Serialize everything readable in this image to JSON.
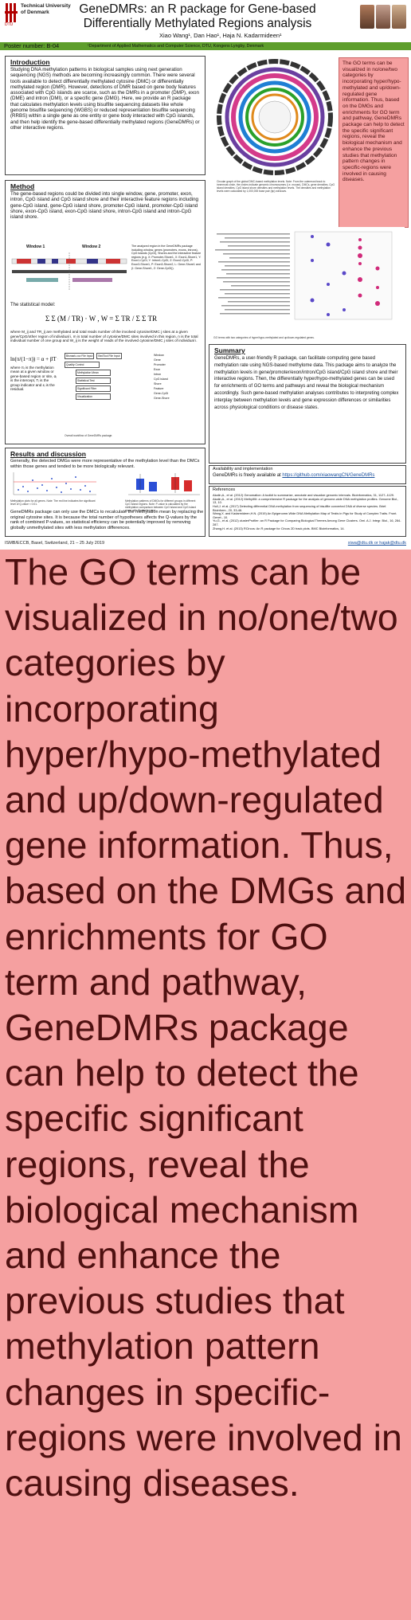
{
  "header": {
    "institution_abbr": "DTU",
    "institution_name_1": "Technical University",
    "institution_name_2": "of Denmark",
    "title_line1": "GeneDMRs: an R package for Gene-based",
    "title_line2": "Differentially Methylated Regions analysis",
    "authors": "Xiao Wang¹, Dan Hao¹, Haja N. Kadarmideen¹",
    "poster_number": "Poster number: B-04",
    "department": "¹Department of Applied Mathematics and Computer Science, DTU, Kongens Lyngby, Denmark"
  },
  "introduction": {
    "heading": "Introduction",
    "text": "Studying DNA methylation patterns in biological samples using next generation sequencing (NGS) methods are becoming increasingly common. There were several tools available to detect differentially methylated cytosine (DMC) or differentially methylated region (DMR). However, detections of DMR based on gene body features associated with CpG islands are scarce, such as the DMRs in a promoter (DMP), exon (DME) and intron (DMI), or a specific gene (DMG). Here, we provide an R package that calculates methylation levels using bisulfite sequencing datasets like whole genome bisulfite sequencing (WGBS) or reduced representation bisulfite sequencing (RRBS) within a single gene as one entity or gene body interacted with CpG islands, and then help identify the gene-based differentially methylated regions (GeneDMRs) or other interactive regions."
  },
  "method": {
    "heading": "Method",
    "text": "The gene-based regions could be divided into single window, gene, promoter, exon, intron, CpG island and CpG island shore and their interactive feature regions including gene-CpG island, gene-CpG island shore, promoter-CpG island, promoter-CpG island shore, exon-CpG island, exon-CpG island shore, intron-CpG island and intron-CpG island shore.",
    "window1": "Window 1",
    "window2": "Window 2",
    "side_text": "The analyzed region in the GeneDMRs package including window, genes (promoters, exons, introns), CpG islands (CpGi), Shores and the interactive feature regions (e.g. X: Promoter-Shore1, X: Exon1-Shore1, Y: Exon1-CpGi, Y: Intron1-CpGi, Z: Exon2-CpGi, P: Exon3-Shore1, P: Exon3-Shore2, L: Gene-Shore1 and (I: Gene-Shore1, Z: Gene-CpGi)).",
    "model_label": "The statistical model:",
    "model_desc": "where M_ij and TR_ij are methylated and total reads number of the involved cytosine/DMC j sites at a given gene/CpG/other region of individual i, m is total number of cytosine/DMC sites involved in this region, n is the total individual number of one group and W_ij is the weight of reads of the involved cytosine/DMC j sites of individual i.",
    "logit_desc": "where πᵢ is the methylation mean at a given window or gene-based region or site, αᵢ is the intercept, Tᵢ is the group indicator and εᵢ is the residual.",
    "workflow_caption": "Overall workflow of GeneDMRs package.",
    "workflow_steps": [
      "Bismark.cov File Input",
      "BedTool File Input",
      "Quality Control",
      "Methylation Mean",
      "Statistical Test",
      "Significant Filter",
      "Visualization"
    ],
    "workflow_side": [
      "Window",
      "Gene",
      "Promoter",
      "Exon",
      "Intron",
      "CpG island",
      "Shore",
      "Feature",
      "Gene-CpGi",
      "Gene-Shore"
    ]
  },
  "figures": {
    "circos_caption": "Circular graph of the global DMC-based methylation levels. Note: From the outermost track to innermost circle, the circles indicate genomic chromosomes (i.e. mouse), DMCs, gene densities, CpG island densities, CpG island shore densities and methylation levels. The densities and methylation levels were calculated by 1,000,000 base pair (bp) windows.",
    "go_caption": "GO terms with two categories of hyper/hypo-methylated and up/down-regulated genes.",
    "results_fig_caption": "Methylation plots for all genes. Note: The red line indicates the significant level of Q-value < 0.01.",
    "boxplot_caption": "Methylation patterns of DMGs for different groups in different CpG island regions. Note: P-value is calculated by the methylation comparison between CpG island and CpG island shore with Student's t-test."
  },
  "callout": {
    "text": "The GO terms can be visualized in no/one/two categories by incorporating hyper/hypo-methylated and up/down-regulated gene information. Thus, based on the DMGs and enrichments for GO term and pathway, GeneDMRs package can help to detect the specific significant regions, reveal the biological mechanism and enhance the previous studies that methylation pattern changes in specific-regions were involved in causing diseases."
  },
  "results": {
    "heading": "Results and discussion",
    "text1": "Generally, the detected DMGs were more representative of the methylation level than the DMCs within those genes and tended to be more biologically relevant.",
    "text2": "GeneDMRs package can only use the DMCs to recalculate the methylation mean by replacing the original cytosine sites. It is because the total number of hypotheses affects the Q-values by the rank of combined P-values, so statistical efficiency can be potentially improved by removing globally unmethylated sites with less methylation differences."
  },
  "summary": {
    "heading": "Summary",
    "text": "GeneDMRs, a user-friendly R package, can facilitate computing gene based methylation rate using NGS-based methylome data. This package aims to analyze the methylation levels in gene/promoter/exon/intron/CpG island/CpG island shore and their interactive regions. Then, the differentially hyper/hypo-methylated genes can be used for enrichments of GO terms and pathways and reveal the biological mechanism accordingly. Such gene-based methylation analyses contributes to interpreting complex interplay between methylation levels and gene expression differences or similarities across physiological conditions or disease states."
  },
  "availability": {
    "heading": "Availability and implementation",
    "text": "GeneDMRs is freely available at ",
    "link": "https://github.com/xiaowangCN/GeneDMRs"
  },
  "references": {
    "heading": "References",
    "items": [
      "Akalin,A., et al. (2012) Genomation: A toolkit to summarize, annotate and visualize genomic intervals. Bioinformatics, 31, 1127–1129.",
      "Akalin,A., et al. (2012) MethylKit: a comprehensive R package for the analysis of genome-wide DNA methylation profiles. Genome Biol., 13, 10.",
      "Hull,J. et al. (2017) Detecting differential DNA methylation from sequencing of bisulfite converted DNA of diverse species. Brief. Bioinform., 20, 33-46.",
      "Wang,X. and Kadarmideen,H.N. (2019) An Epigenome-Wide DNA Methylation Map of Testis in Pigs for Study of Complex Traits. Front. Genet., 10.",
      "Yu,G., et al. (2012) clusterProfiler: an R Package for Comparing Biological Themes Among Gene Clusters. Omi. A J. Integr. Biol., 16, 284-287.",
      "Zhang,H. et al. (2013) RCircos: An R package for Circos 2D track plots. BMC Bioinformatics, 14."
    ]
  },
  "footer": {
    "conference": "ISMB/ECCB, Basel, Switzerland, 21 – 25 July 2019",
    "emails": "xiwa@dtu.dk or hajak@dtu.dk"
  },
  "colors": {
    "green_bar": "#5e9e2c",
    "callout_bg": "#f5a0a0",
    "callout_text": "#4e1010",
    "dtu_red": "#b00000",
    "link_blue": "#1a4f9c"
  }
}
